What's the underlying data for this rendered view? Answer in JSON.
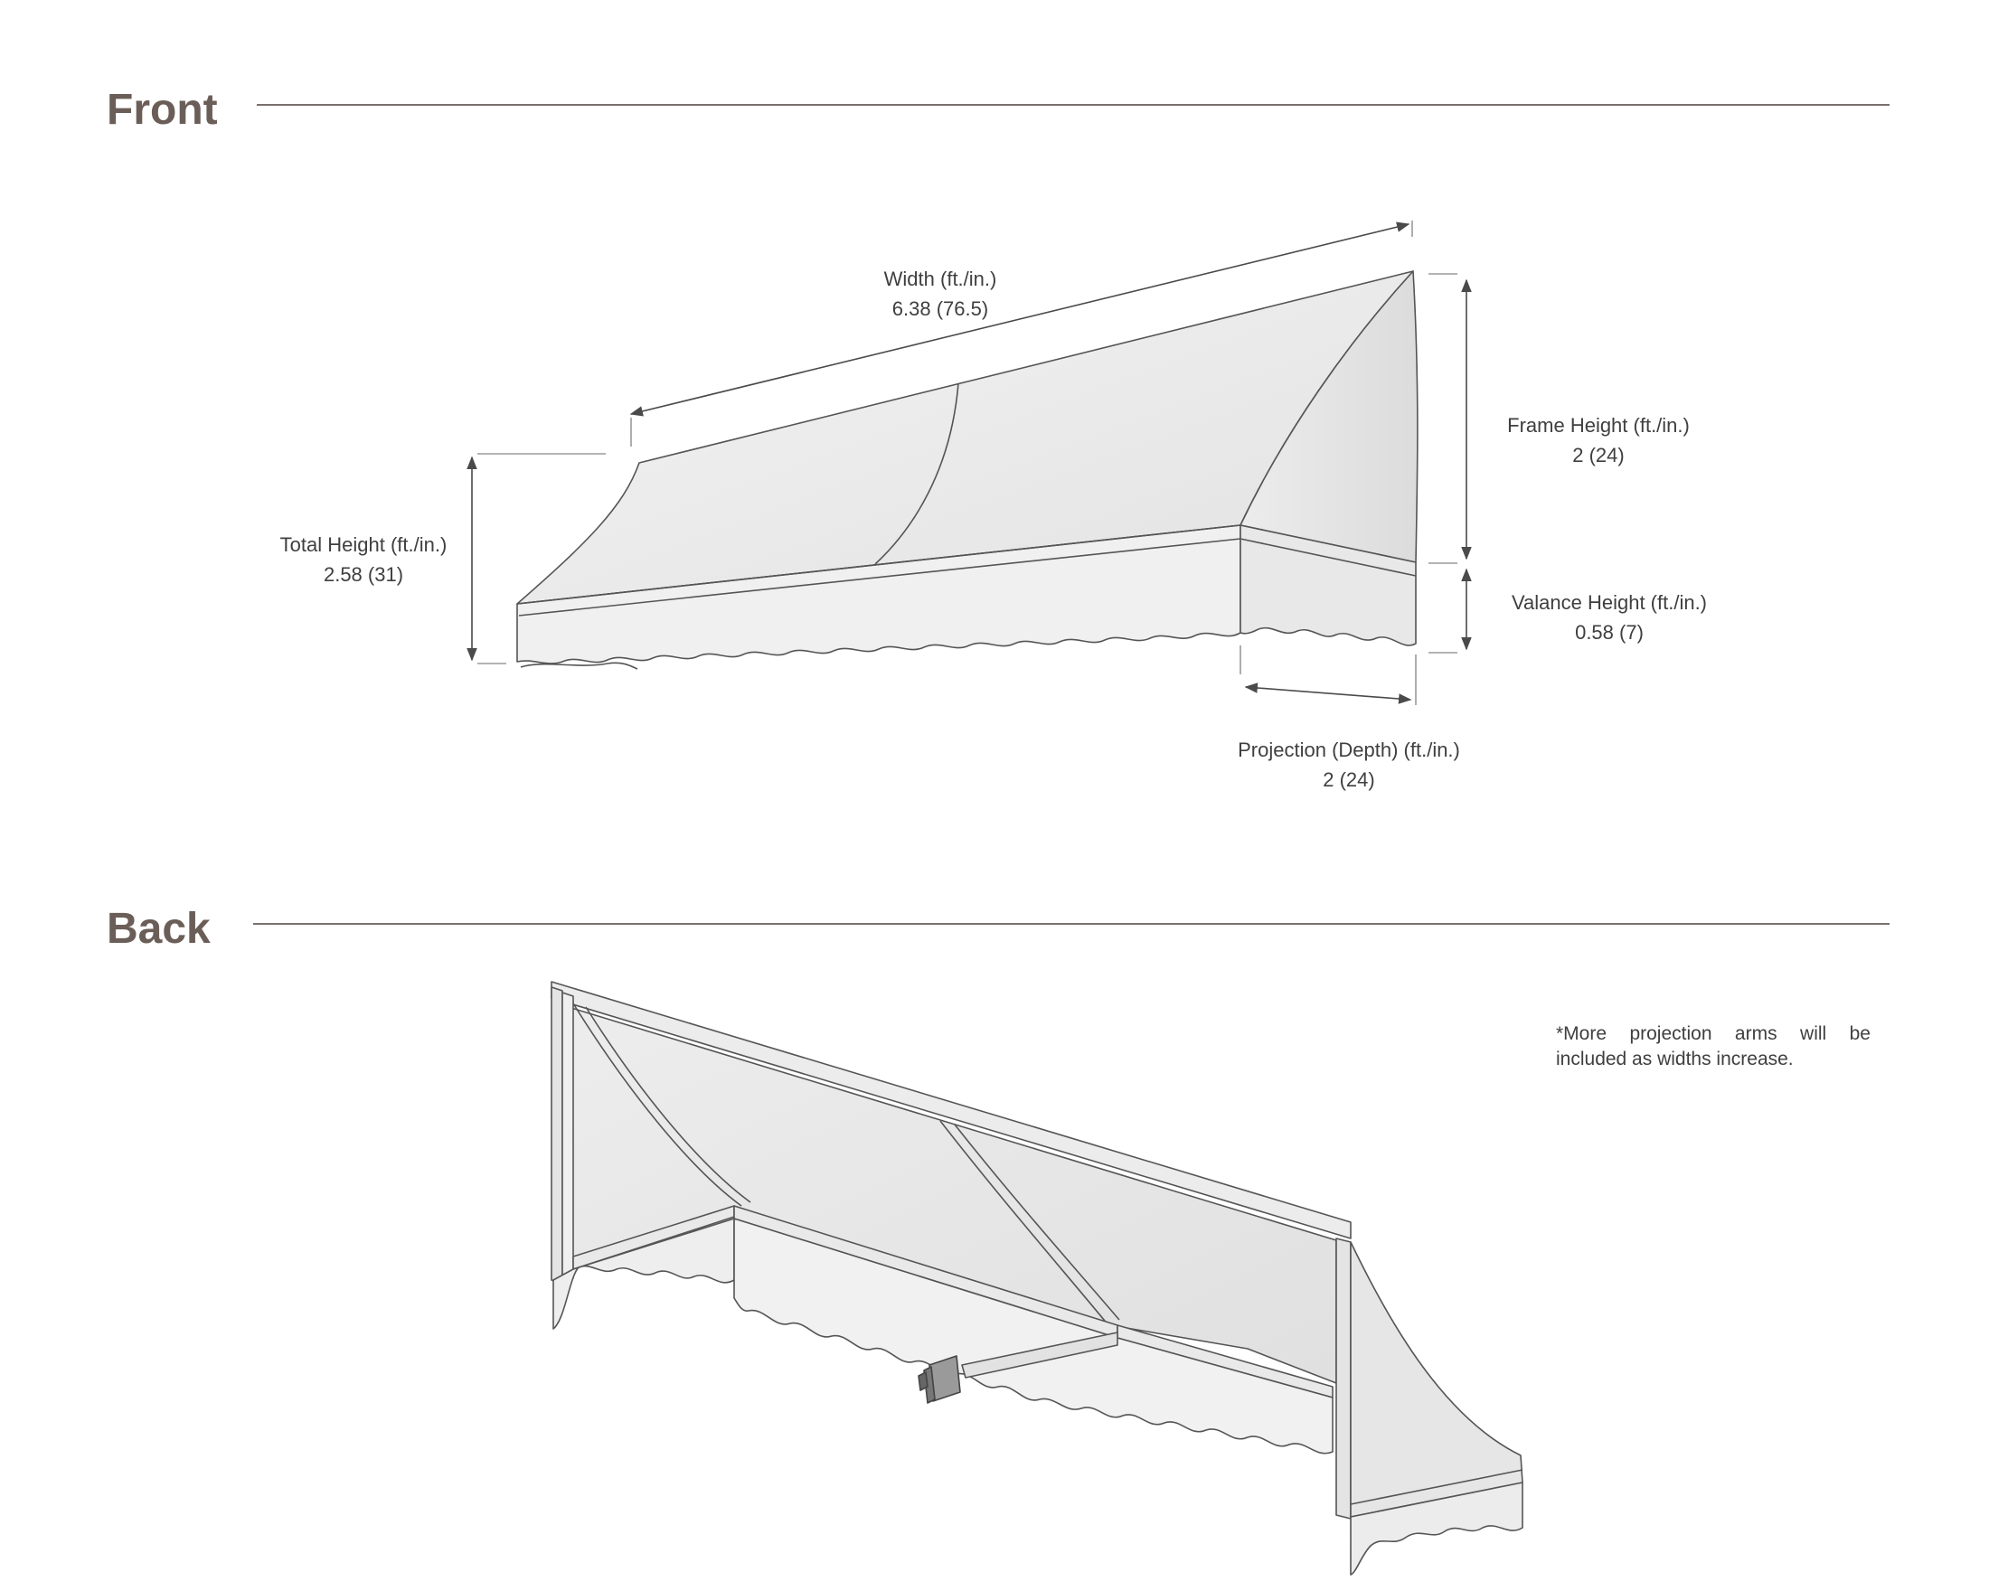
{
  "front": {
    "title": "Front",
    "dimensions": {
      "width": {
        "label": "Width (ft./in.)",
        "value": "6.38 (76.5)"
      },
      "total_height": {
        "label": "Total Height (ft./in.)",
        "value": "2.58 (31)"
      },
      "frame_height": {
        "label": "Frame Height (ft./in.)",
        "value": "2 (24)"
      },
      "valance_height": {
        "label": "Valance Height (ft./in.)",
        "value": "0.58 (7)"
      },
      "projection": {
        "label": "Projection (Depth) (ft./in.)",
        "value": "2 (24)"
      }
    }
  },
  "back": {
    "title": "Back",
    "note": "*More projection arms will be included as widths increase."
  },
  "colors": {
    "heading": "#6b5e58",
    "rule": "#7a706c",
    "text": "#3f3f3f",
    "line": "#555555"
  }
}
